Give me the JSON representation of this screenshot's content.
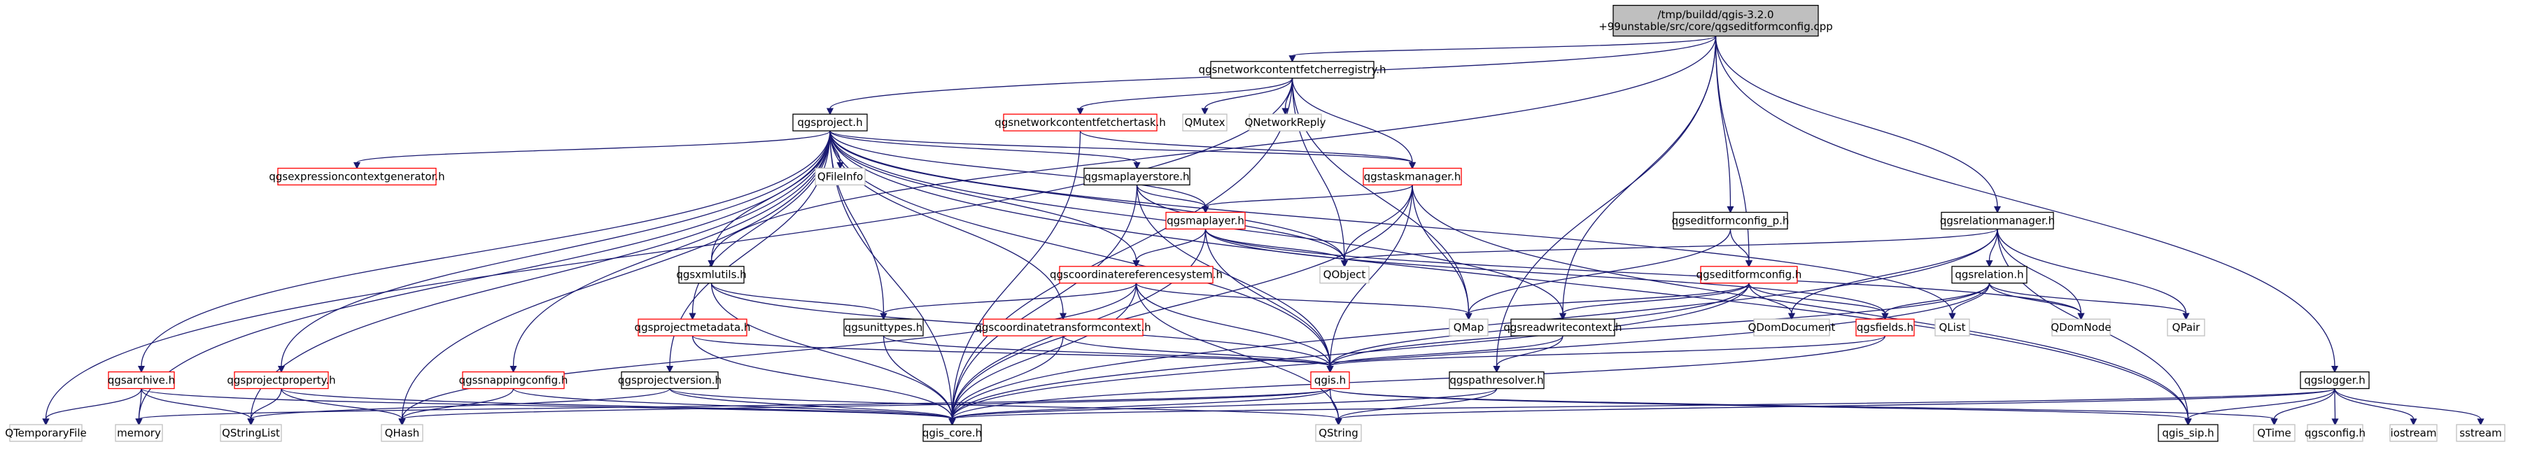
{
  "colors": {
    "edge": "#191970",
    "edge_arrow": "#191970",
    "node_border_documented": "#000000",
    "node_border_undocumented": "#ff0000",
    "node_border_external": "#bfbfbf",
    "root_fill": "#bfbfbf",
    "node_fill": "#ffffff",
    "text": "#000000"
  },
  "nodes": [
    {
      "id": "root",
      "label": "/tmp/buildd/qgis-3.2.0\n+99unstable/src/core/qgseditformconfig.cpp",
      "kind": "root"
    },
    {
      "id": "netreg",
      "label": "qgsnetworkcontentfetcherregistry.h",
      "kind": "doc"
    },
    {
      "id": "project",
      "label": "qgsproject.h",
      "kind": "doc"
    },
    {
      "id": "nettask",
      "label": "qgsnetworkcontentfetchertask.h",
      "kind": "undoc"
    },
    {
      "id": "qmutex",
      "label": "QMutex",
      "kind": "ext"
    },
    {
      "id": "qnetreply",
      "label": "QNetworkReply",
      "kind": "ext"
    },
    {
      "id": "exprgen",
      "label": "qgsexpressioncontextgenerator.h",
      "kind": "undoc"
    },
    {
      "id": "qfileinfo",
      "label": "QFileInfo",
      "kind": "ext"
    },
    {
      "id": "layerstore",
      "label": "qgsmaplayerstore.h",
      "kind": "doc"
    },
    {
      "id": "taskmgr",
      "label": "qgstaskmanager.h",
      "kind": "undoc"
    },
    {
      "id": "maplayer",
      "label": "qgsmaplayer.h",
      "kind": "undoc"
    },
    {
      "id": "efc_p",
      "label": "qgseditformconfig_p.h",
      "kind": "doc"
    },
    {
      "id": "relmgr",
      "label": "qgsrelationmanager.h",
      "kind": "doc"
    },
    {
      "id": "qobject",
      "label": "QObject",
      "kind": "ext"
    },
    {
      "id": "xmlutils",
      "label": "qgsxmlutils.h",
      "kind": "doc"
    },
    {
      "id": "crs",
      "label": "qgscoordinatereferencesystem.h",
      "kind": "undoc"
    },
    {
      "id": "efc",
      "label": "qgseditformconfig.h",
      "kind": "undoc"
    },
    {
      "id": "relation",
      "label": "qgsrelation.h",
      "kind": "doc"
    },
    {
      "id": "projmeta",
      "label": "qgsprojectmetadata.h",
      "kind": "undoc"
    },
    {
      "id": "unittypes",
      "label": "qgsunittypes.h",
      "kind": "doc"
    },
    {
      "id": "ctc",
      "label": "qgscoordinatetransformcontext.h",
      "kind": "undoc"
    },
    {
      "id": "qmap",
      "label": "QMap",
      "kind": "ext"
    },
    {
      "id": "rwctx",
      "label": "qgsreadwritecontext.h",
      "kind": "doc"
    },
    {
      "id": "qdomdoc",
      "label": "QDomDocument",
      "kind": "ext"
    },
    {
      "id": "fields",
      "label": "qgsfields.h",
      "kind": "undoc"
    },
    {
      "id": "qlist",
      "label": "QList",
      "kind": "ext"
    },
    {
      "id": "qdomnode",
      "label": "QDomNode",
      "kind": "ext"
    },
    {
      "id": "qpair",
      "label": "QPair",
      "kind": "ext"
    },
    {
      "id": "archive",
      "label": "qgsarchive.h",
      "kind": "undoc"
    },
    {
      "id": "projprop",
      "label": "qgsprojectproperty.h",
      "kind": "undoc"
    },
    {
      "id": "snapcfg",
      "label": "qgssnappingconfig.h",
      "kind": "undoc"
    },
    {
      "id": "projver",
      "label": "qgsprojectversion.h",
      "kind": "doc"
    },
    {
      "id": "qgis",
      "label": "qgis.h",
      "kind": "undoc"
    },
    {
      "id": "pathres",
      "label": "qgspathresolver.h",
      "kind": "doc"
    },
    {
      "id": "logger",
      "label": "qgslogger.h",
      "kind": "doc"
    },
    {
      "id": "qtempfile",
      "label": "QTemporaryFile",
      "kind": "ext"
    },
    {
      "id": "memory",
      "label": "memory",
      "kind": "ext"
    },
    {
      "id": "qstrlist",
      "label": "QStringList",
      "kind": "ext"
    },
    {
      "id": "qhash",
      "label": "QHash",
      "kind": "ext"
    },
    {
      "id": "core",
      "label": "qgis_core.h",
      "kind": "doc"
    },
    {
      "id": "qstring",
      "label": "QString",
      "kind": "ext"
    },
    {
      "id": "sip",
      "label": "qgis_sip.h",
      "kind": "doc"
    },
    {
      "id": "qtime",
      "label": "QTime",
      "kind": "ext"
    },
    {
      "id": "qgsconfig",
      "label": "qgsconfig.h",
      "kind": "ext"
    },
    {
      "id": "iostream",
      "label": "iostream",
      "kind": "ext"
    },
    {
      "id": "sstream",
      "label": "sstream",
      "kind": "ext"
    }
  ],
  "edges": [
    [
      "root",
      "netreg"
    ],
    [
      "root",
      "project"
    ],
    [
      "root",
      "efc_p"
    ],
    [
      "root",
      "efc"
    ],
    [
      "root",
      "relmgr"
    ],
    [
      "root",
      "logger"
    ],
    [
      "root",
      "rwctx"
    ],
    [
      "root",
      "pathres"
    ],
    [
      "root",
      "xmlutils"
    ],
    [
      "netreg",
      "nettask"
    ],
    [
      "netreg",
      "qmutex"
    ],
    [
      "netreg",
      "qnetreply"
    ],
    [
      "netreg",
      "taskmgr"
    ],
    [
      "netreg",
      "qobject"
    ],
    [
      "netreg",
      "qmap"
    ],
    [
      "netreg",
      "core"
    ],
    [
      "netreg",
      "qtempfile"
    ],
    [
      "project",
      "exprgen"
    ],
    [
      "project",
      "qfileinfo"
    ],
    [
      "project",
      "layerstore"
    ],
    [
      "project",
      "taskmgr"
    ],
    [
      "project",
      "maplayer"
    ],
    [
      "project",
      "crs"
    ],
    [
      "project",
      "ctc"
    ],
    [
      "project",
      "projmeta"
    ],
    [
      "project",
      "unittypes"
    ],
    [
      "project",
      "xmlutils"
    ],
    [
      "project",
      "archive"
    ],
    [
      "project",
      "projprop"
    ],
    [
      "project",
      "snapcfg"
    ],
    [
      "project",
      "projver"
    ],
    [
      "project",
      "qgis"
    ],
    [
      "project",
      "qobject"
    ],
    [
      "project",
      "rwctx"
    ],
    [
      "project",
      "qlist"
    ],
    [
      "project",
      "qhash"
    ],
    [
      "project",
      "qstrlist"
    ],
    [
      "project",
      "memory"
    ],
    [
      "project",
      "core"
    ],
    [
      "project",
      "sip"
    ],
    [
      "nettask",
      "taskmgr"
    ],
    [
      "nettask",
      "core"
    ],
    [
      "layerstore",
      "maplayer"
    ],
    [
      "layerstore",
      "qobject"
    ],
    [
      "layerstore",
      "qgis"
    ],
    [
      "layerstore",
      "core"
    ],
    [
      "taskmgr",
      "maplayer"
    ],
    [
      "taskmgr",
      "qobject"
    ],
    [
      "taskmgr",
      "qmap"
    ],
    [
      "taskmgr",
      "qgis"
    ],
    [
      "taskmgr",
      "core"
    ],
    [
      "taskmgr",
      "sip"
    ],
    [
      "maplayer",
      "crs"
    ],
    [
      "maplayer",
      "qobject"
    ],
    [
      "maplayer",
      "qgis"
    ],
    [
      "maplayer",
      "core"
    ],
    [
      "maplayer",
      "qdomnode"
    ],
    [
      "maplayer",
      "fields"
    ],
    [
      "efc_p",
      "efc"
    ],
    [
      "efc_p",
      "qmap"
    ],
    [
      "relmgr",
      "relation"
    ],
    [
      "relmgr",
      "qobject"
    ],
    [
      "relmgr",
      "qdomnode"
    ],
    [
      "relmgr",
      "qdomdoc"
    ],
    [
      "relmgr",
      "qpair"
    ],
    [
      "relmgr",
      "core"
    ],
    [
      "relmgr",
      "sip"
    ],
    [
      "xmlutils",
      "unittypes"
    ],
    [
      "xmlutils",
      "qgis"
    ],
    [
      "xmlutils",
      "core"
    ],
    [
      "crs",
      "unittypes"
    ],
    [
      "crs",
      "qgis"
    ],
    [
      "crs",
      "core"
    ],
    [
      "crs",
      "qmap"
    ],
    [
      "crs",
      "qhash"
    ],
    [
      "crs",
      "qstring"
    ],
    [
      "efc",
      "qmap"
    ],
    [
      "efc",
      "qdomdoc"
    ],
    [
      "efc",
      "rwctx"
    ],
    [
      "efc",
      "fields"
    ],
    [
      "efc",
      "qgis"
    ],
    [
      "efc",
      "core"
    ],
    [
      "relation",
      "fields"
    ],
    [
      "relation",
      "qlist"
    ],
    [
      "relation",
      "qdomnode"
    ],
    [
      "relation",
      "qpair"
    ],
    [
      "relation",
      "qgis"
    ],
    [
      "relation",
      "core"
    ],
    [
      "projmeta",
      "qgis"
    ],
    [
      "projmeta",
      "core"
    ],
    [
      "unittypes",
      "qgis"
    ],
    [
      "unittypes",
      "core"
    ],
    [
      "ctc",
      "qgis"
    ],
    [
      "ctc",
      "core"
    ],
    [
      "rwctx",
      "qgis"
    ],
    [
      "rwctx",
      "pathres"
    ],
    [
      "fields",
      "qgis"
    ],
    [
      "fields",
      "core"
    ],
    [
      "archive",
      "qtempfile"
    ],
    [
      "archive",
      "memory"
    ],
    [
      "archive",
      "qstrlist"
    ],
    [
      "archive",
      "core"
    ],
    [
      "projprop",
      "qstrlist"
    ],
    [
      "projprop",
      "qhash"
    ],
    [
      "projprop",
      "core"
    ],
    [
      "snapcfg",
      "qhash"
    ],
    [
      "snapcfg",
      "core"
    ],
    [
      "projver",
      "qstring"
    ],
    [
      "projver",
      "qstrlist"
    ],
    [
      "projver",
      "core"
    ],
    [
      "qgis",
      "core"
    ],
    [
      "qgis",
      "qstring"
    ],
    [
      "qgis",
      "sip"
    ],
    [
      "qgis",
      "qtime"
    ],
    [
      "qgis",
      "memory"
    ],
    [
      "qgis",
      "qhash"
    ],
    [
      "pathres",
      "qstring"
    ],
    [
      "pathres",
      "core"
    ],
    [
      "logger",
      "core"
    ],
    [
      "logger",
      "qstring"
    ],
    [
      "logger",
      "sip"
    ],
    [
      "logger",
      "qtime"
    ],
    [
      "logger",
      "qgsconfig"
    ],
    [
      "logger",
      "iostream"
    ],
    [
      "logger",
      "sstream"
    ]
  ]
}
